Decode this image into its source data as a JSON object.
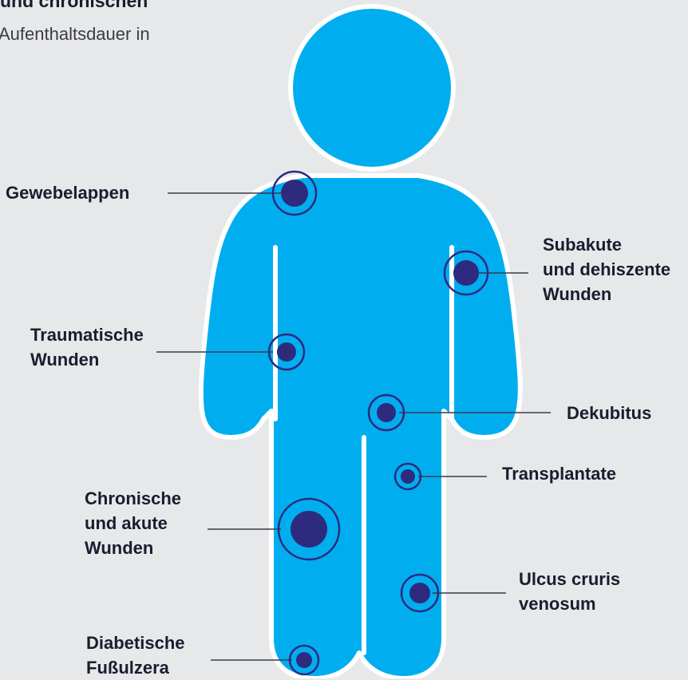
{
  "header": {
    "title_fragment": "und chronischen",
    "subtitle_fragment": "Aufenthaltsdauer in"
  },
  "labels": {
    "gewebelappen": [
      "Gewebelappen"
    ],
    "traumatische": [
      "Traumatische",
      "Wunden"
    ],
    "chronische": [
      "Chronische",
      "und akute",
      "Wunden"
    ],
    "diabetische": [
      "Diabetische",
      "Fußulzera"
    ],
    "subakute": [
      "Subakute",
      "und dehiszente",
      "Wunden"
    ],
    "dekubitus": [
      "Dekubitus"
    ],
    "transplantate": [
      "Transplantate"
    ],
    "ulcus": [
      "Ulcus cruris",
      "venosum"
    ]
  },
  "colors": {
    "background": "#e7e8ea",
    "body": "#00aeef",
    "marker": "#2e2a7e",
    "line": "#3a3a4a",
    "text": "#1c1c2e"
  }
}
